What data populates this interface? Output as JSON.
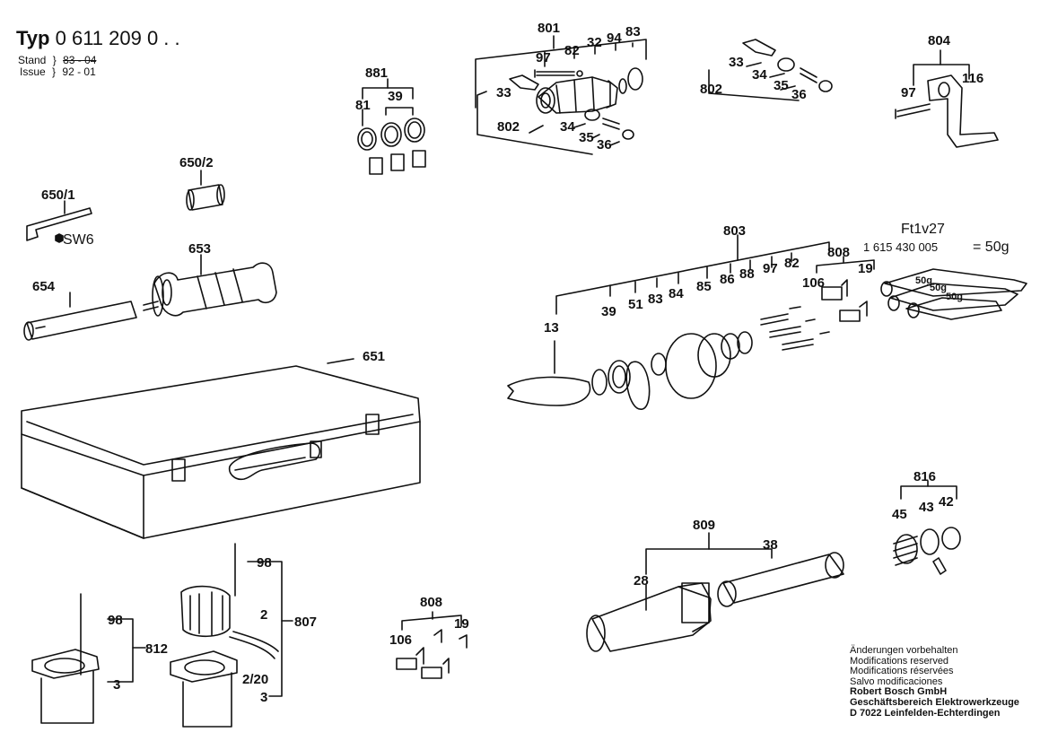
{
  "header": {
    "typ_label": "Typ",
    "typ_number": "0 611 209 0 . .",
    "stand_label": "Stand",
    "stand_value": "83 - 04",
    "issue_label": "Issue",
    "issue_value": "92 - 01"
  },
  "kit_note": {
    "code": "Ft1v27",
    "part_number": "1 615 430 005",
    "amount": "= 50g",
    "tube_labels": [
      "50g",
      "50g",
      "50g"
    ]
  },
  "tool_labels": {
    "hex_key": "SW6"
  },
  "part_labels": {
    "p801": "801",
    "p97_top": "97",
    "p82_top": "82",
    "p32": "32",
    "p94": "94",
    "p83_top": "83",
    "p33_a": "33",
    "p802_a": "802",
    "p34_a": "34",
    "p35_a": "35",
    "p36_a": "36",
    "p33_b": "33",
    "p34_b": "34",
    "p802_b": "802",
    "p35_b": "35",
    "p36_b": "36",
    "p804": "804",
    "p97_b": "97",
    "p116": "116",
    "p881": "881",
    "p81": "81",
    "p39_a": "39",
    "p650_2": "650/2",
    "p650_1": "650/1",
    "p654": "654",
    "p653": "653",
    "p651": "651",
    "p803": "803",
    "p13": "13",
    "p39_b": "39",
    "p51": "51",
    "p83_b": "83",
    "p84": "84",
    "p85": "85",
    "p86": "86",
    "p88": "88",
    "p97_c": "97",
    "p82_b": "82",
    "p808_a": "808",
    "p106_a": "106",
    "p19_a": "19",
    "p816": "816",
    "p45": "45",
    "p43": "43",
    "p42": "42",
    "p809": "809",
    "p28": "28",
    "p38": "38",
    "p808_b": "808",
    "p106_b": "106",
    "p19_b": "19",
    "p98_a": "98",
    "p812": "812",
    "p3_a": "3",
    "p98_b": "98",
    "p2": "2",
    "p807": "807",
    "p2_20": "2/20",
    "p3_b": "3"
  },
  "footer": {
    "notes": [
      "Änderungen vorbehalten",
      "Modifications reserved",
      "Modifications réservées",
      "Salvo modificaciones"
    ],
    "company": [
      "Robert Bosch GmbH",
      "Geschäftsbereich Elektrowerkzeuge",
      "D 7022 Leinfelden-Echterdingen"
    ]
  }
}
